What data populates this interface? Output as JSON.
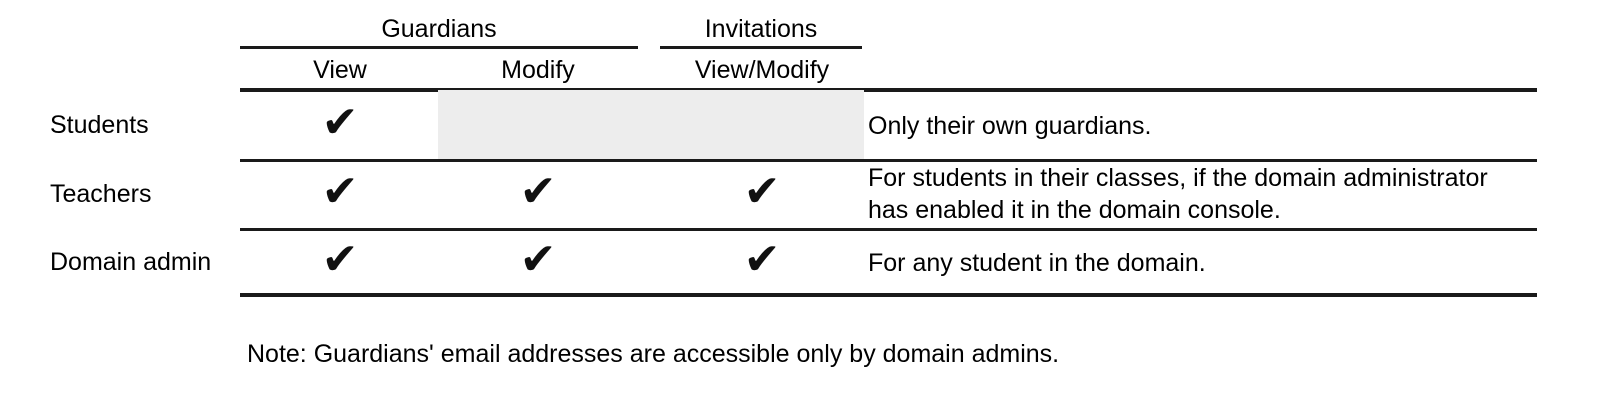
{
  "table": {
    "column_groups": [
      {
        "label": "Guardians",
        "spans": [
          "View",
          "Modify"
        ]
      },
      {
        "label": "Invitations",
        "spans": [
          "View/Modify"
        ]
      }
    ],
    "sub_headers": [
      "View",
      "Modify",
      "View/Modify"
    ],
    "row_label_header": "",
    "notes_header": "",
    "rows": [
      {
        "label": "Students",
        "guardians_view": "✔",
        "guardians_modify": "",
        "invitations_view_modify": "",
        "shaded": true,
        "note_lines": [
          "Only their own guardians."
        ]
      },
      {
        "label": "Teachers",
        "guardians_view": "✔",
        "guardians_modify": "✔",
        "invitations_view_modify": "✔",
        "shaded": false,
        "note_lines": [
          "For students in their classes, if the domain administrator",
          "has enabled it in the domain console."
        ]
      },
      {
        "label": "Domain admin",
        "guardians_view": "✔",
        "guardians_modify": "✔",
        "invitations_view_modify": "✔",
        "shaded": false,
        "note_lines": [
          "For any student in the domain."
        ]
      }
    ]
  },
  "footnote": "Note: Guardians' email addresses are accessible only by domain admins.",
  "colors": {
    "rule": "#1a1a1a",
    "shaded_cell": "#ededed",
    "text": "#000000",
    "background": "#ffffff"
  }
}
